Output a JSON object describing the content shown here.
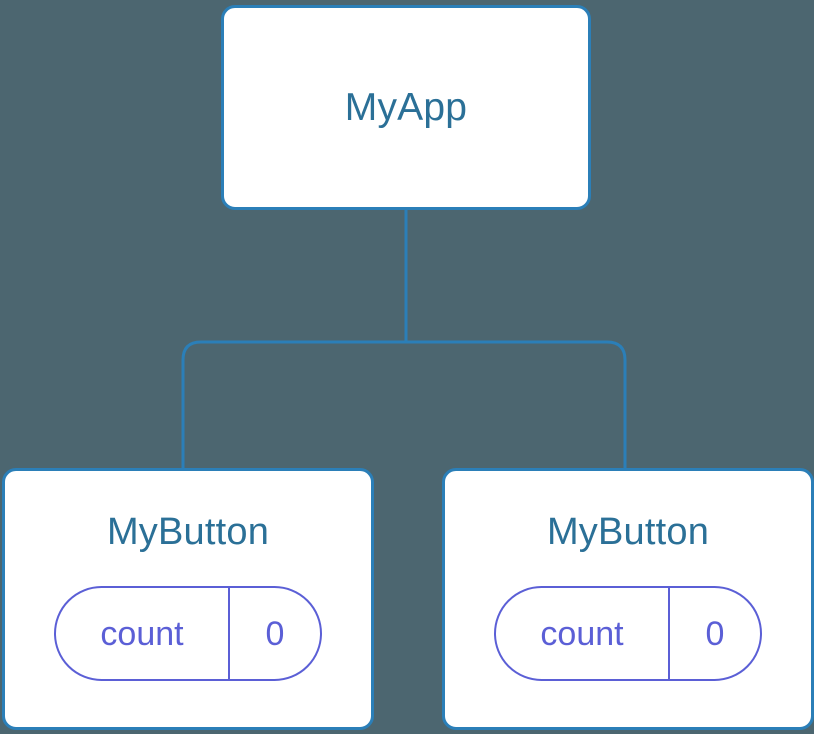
{
  "diagram": {
    "type": "component-tree",
    "background_color": "#4c6670",
    "node_border_color": "#2b7fb8",
    "node_title_color": "#2b7097",
    "state_pill_color": "#5b5fd6",
    "connector_color": "#2b7fb8",
    "root": {
      "title": "MyApp"
    },
    "children": [
      {
        "title": "MyButton",
        "state": {
          "key": "count",
          "value": "0"
        }
      },
      {
        "title": "MyButton",
        "state": {
          "key": "count",
          "value": "0"
        }
      }
    ]
  }
}
